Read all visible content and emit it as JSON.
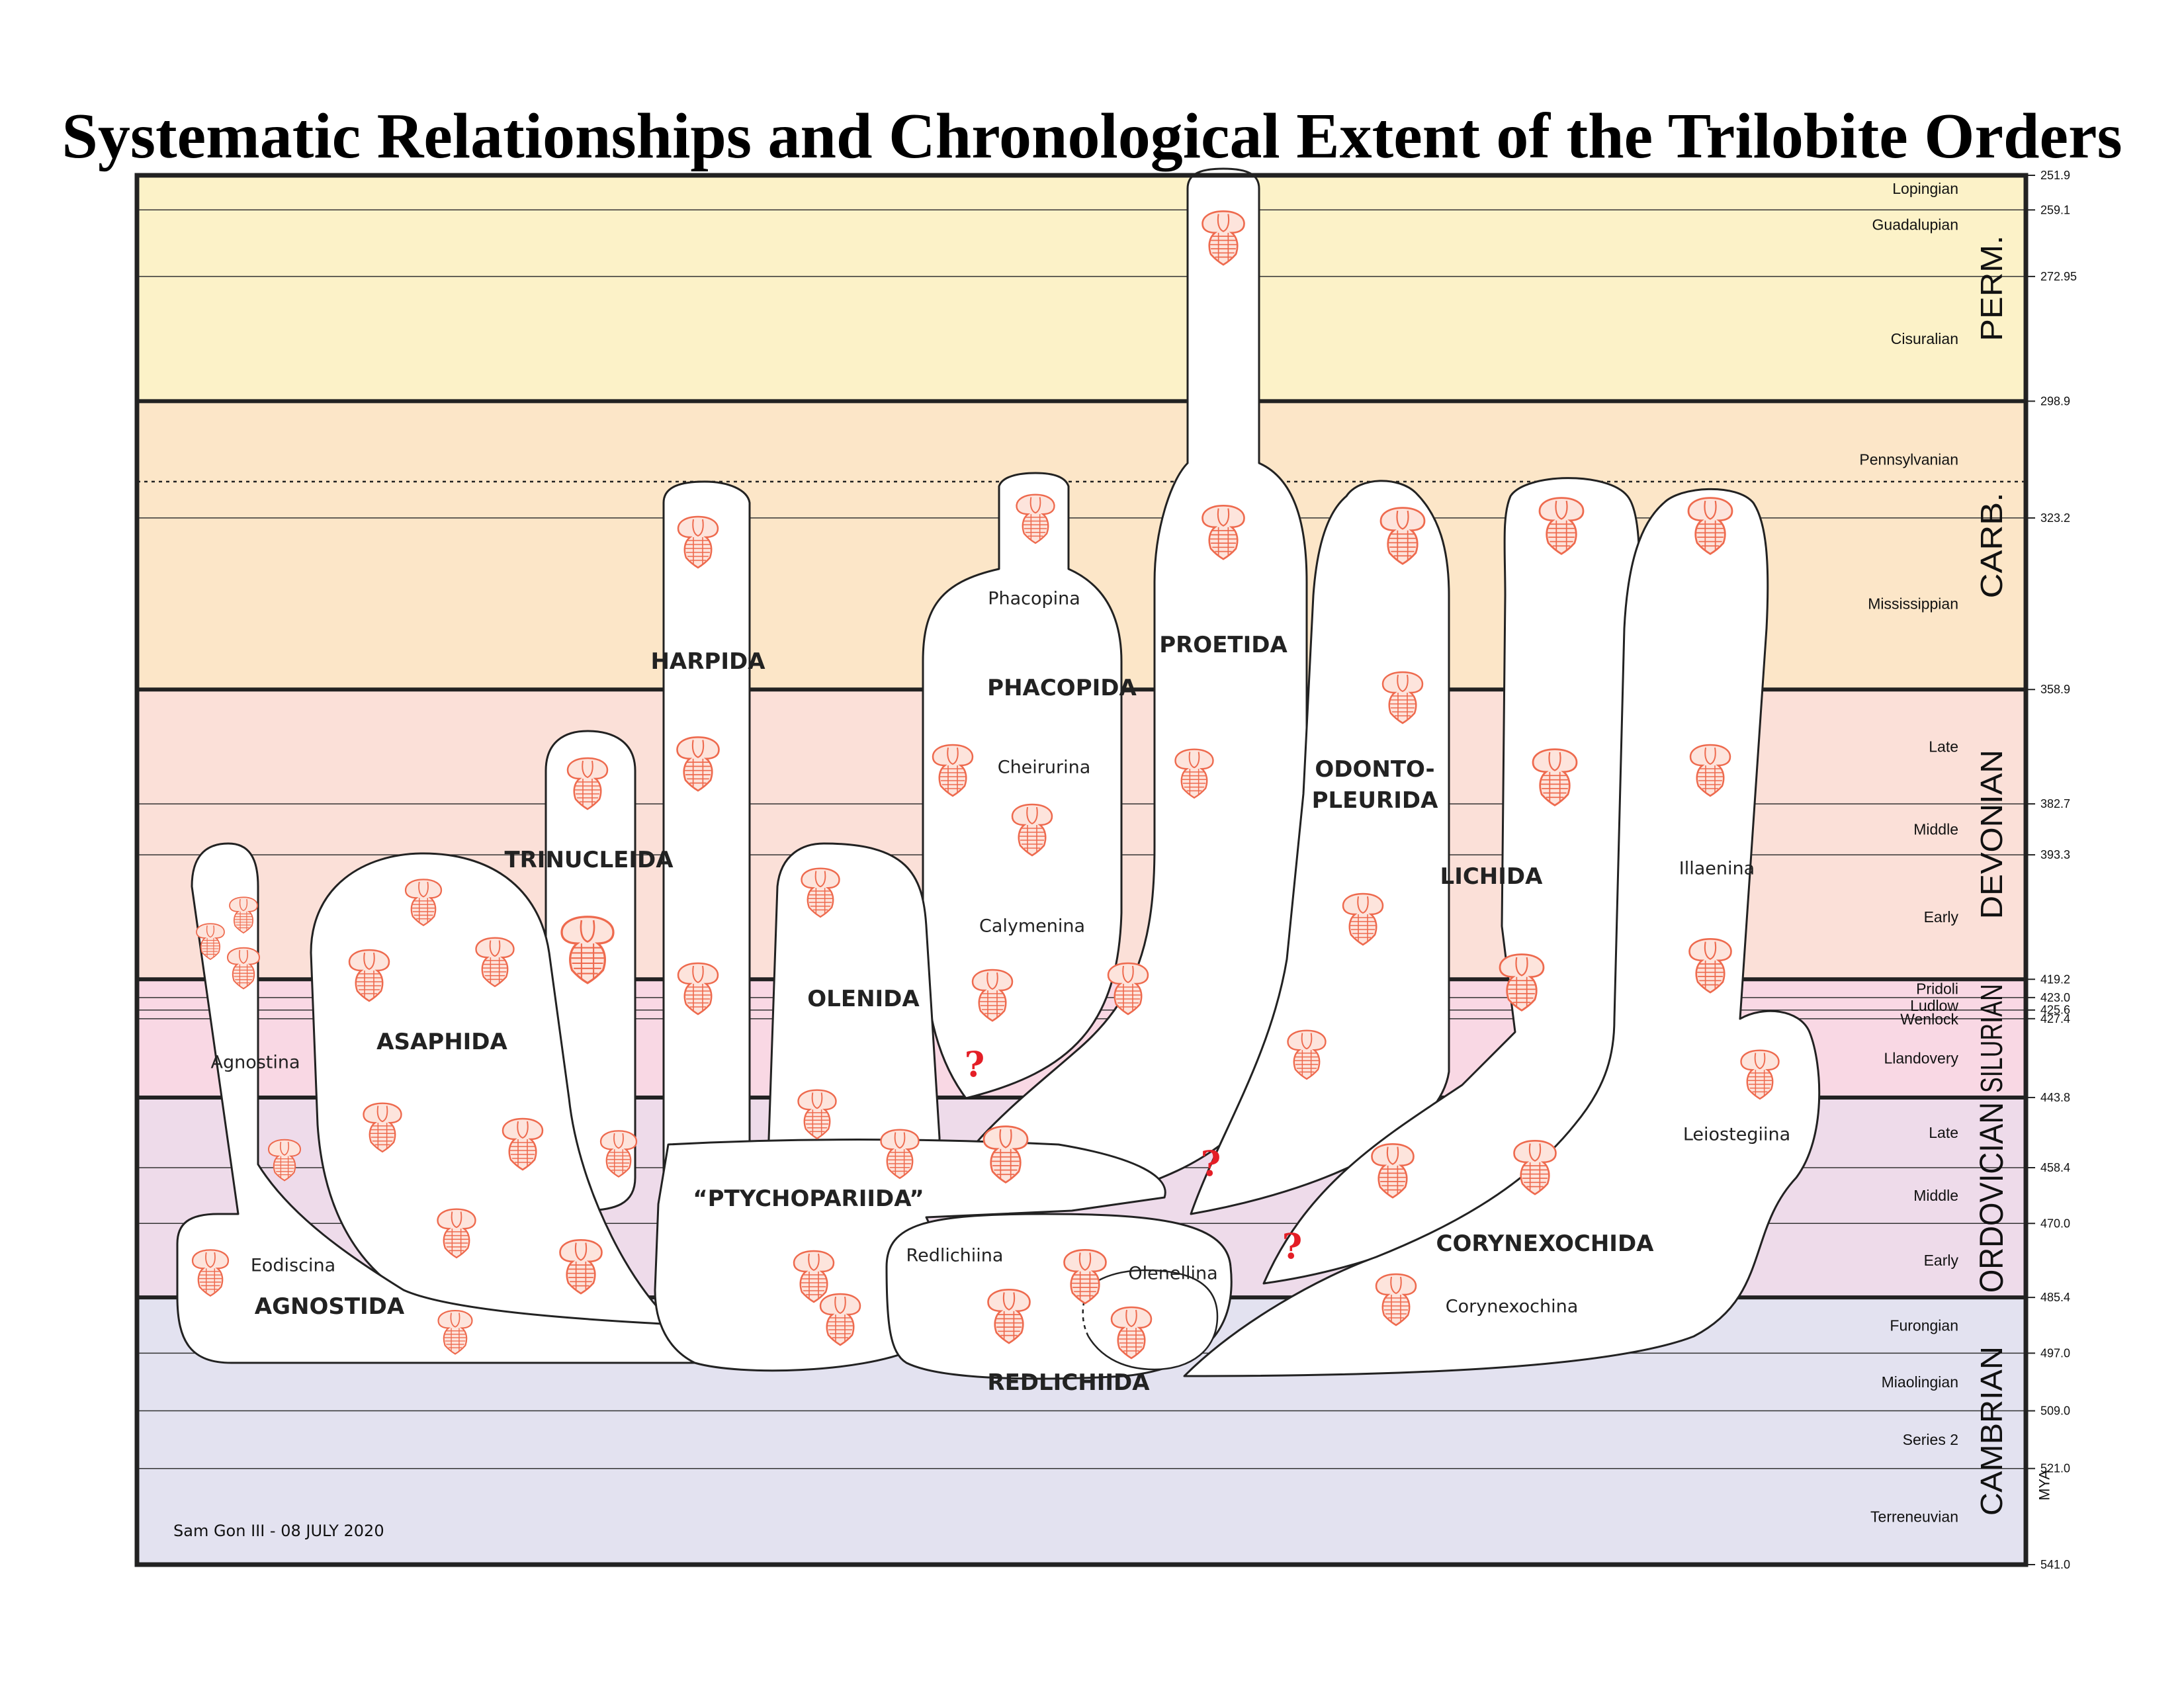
{
  "title": "Systematic Relationships and Chronological Extent of the Trilobite Orders",
  "credit": "Sam Gon III - 08 JULY 2020",
  "unit_label": "MYA",
  "colors": {
    "permian": "#fcf2c8",
    "carboniferous": "#fce6c8",
    "devonian": "#fbe0d8",
    "silurian": "#f9d8e4",
    "ordovician": "#eedbea",
    "cambrian": "#e3e2f0",
    "trilobite": "#ee6a4e",
    "question": "#e41e26",
    "frame": "#222222"
  },
  "periods": [
    {
      "name": "PERM.",
      "top": 251.9,
      "base": 298.9,
      "color_key": "permian"
    },
    {
      "name": "CARB.",
      "top": 298.9,
      "base": 358.9,
      "color_key": "carboniferous"
    },
    {
      "name": "DEVONIAN",
      "top": 358.9,
      "base": 419.2,
      "color_key": "devonian"
    },
    {
      "name": "SILURIAN",
      "top": 419.2,
      "base": 443.8,
      "color_key": "silurian"
    },
    {
      "name": "ORDOVICIAN",
      "top": 443.8,
      "base": 485.4,
      "color_key": "ordovician"
    },
    {
      "name": "CAMBRIAN",
      "top": 485.4,
      "base": 541.0,
      "color_key": "cambrian"
    }
  ],
  "epochs": [
    {
      "name": "Lopingian",
      "top": 251.9,
      "base": 259.1
    },
    {
      "name": "Guadalupian",
      "top": 259.1,
      "base": 272.95
    },
    {
      "name": "Cisuralian",
      "top": 272.95,
      "base": 298.9
    },
    {
      "name": "Pennsylvanian",
      "top": 298.9,
      "base": 323.2
    },
    {
      "name": "Mississippian",
      "top": 323.2,
      "base": 358.9
    },
    {
      "name": "Late",
      "top": 358.9,
      "base": 382.7
    },
    {
      "name": "Middle",
      "top": 382.7,
      "base": 393.3
    },
    {
      "name": "Early",
      "top": 393.3,
      "base": 419.2
    },
    {
      "name": "Pridoli",
      "top": 419.2,
      "base": 423.0
    },
    {
      "name": "Ludlow",
      "top": 423.0,
      "base": 425.6
    },
    {
      "name": "Wenlock",
      "top": 425.6,
      "base": 427.4
    },
    {
      "name": "Llandovery",
      "top": 427.4,
      "base": 443.8
    },
    {
      "name": "Late",
      "top": 443.8,
      "base": 458.4
    },
    {
      "name": "Middle",
      "top": 458.4,
      "base": 470.0
    },
    {
      "name": "Early",
      "top": 470.0,
      "base": 485.4
    },
    {
      "name": "Furongian",
      "top": 485.4,
      "base": 497.0
    },
    {
      "name": "Miaolingian",
      "top": 497.0,
      "base": 509.0
    },
    {
      "name": "Series 2",
      "top": 509.0,
      "base": 521.0
    },
    {
      "name": "Terreneuvian",
      "top": 521.0,
      "base": 541.0
    }
  ],
  "ages": [
    "251.9",
    "259.1",
    "272.95",
    "298.9",
    "323.2",
    "358.9",
    "382.7",
    "393.3",
    "419.2",
    "423.0",
    "425.6",
    "427.4",
    "443.8",
    "458.4",
    "470.0",
    "485.4",
    "497.0",
    "509.0",
    "521.0",
    "541.0"
  ],
  "orders": [
    {
      "name": "AGNOSTIDA",
      "suborders": [
        "Agnostina",
        "Eodiscina"
      ]
    },
    {
      "name": "ASAPHIDA",
      "suborders": []
    },
    {
      "name": "TRINUCLEIDA",
      "suborders": []
    },
    {
      "name": "HARPIDA",
      "suborders": []
    },
    {
      "name": "OLENIDA",
      "suborders": []
    },
    {
      "name": "“PTYCHOPARIIDA”",
      "suborders": []
    },
    {
      "name": "PHACOPIDA",
      "suborders": [
        "Phacopina",
        "Cheirurina",
        "Calymenina"
      ]
    },
    {
      "name": "PROETIDA",
      "suborders": []
    },
    {
      "name": "ODONTO-",
      "suborders": []
    },
    {
      "name": "PLEURIDA",
      "suborders": []
    },
    {
      "name": "LICHIDA",
      "suborders": []
    },
    {
      "name": "CORYNEXOCHIDA",
      "suborders": [
        "Illaenina",
        "Leiostegiina",
        "Corynexochina"
      ]
    },
    {
      "name": "REDLICHIIDA",
      "suborders": [
        "Redlichiina",
        "Olenellina"
      ]
    }
  ],
  "question_mark": "?"
}
